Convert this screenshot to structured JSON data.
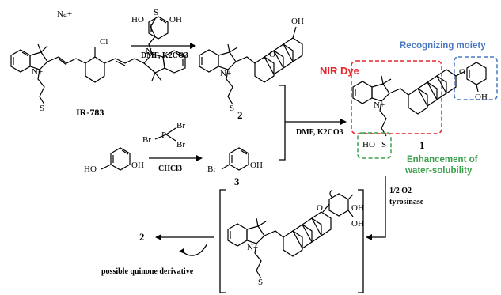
{
  "labels": {
    "ir783": "IR-783",
    "na_plus": "Na+",
    "cl": "Cl",
    "compound2": "2",
    "compound3": "3",
    "compound1": "1",
    "product_left": "2",
    "oh": "OH",
    "ho": "HO",
    "br": "Br",
    "p": "P",
    "n_plus": "N+",
    "n": "N",
    "o": "O",
    "s": "S"
  },
  "reagents": {
    "step1": "DMF, K2CO3",
    "step2": "CHCl3",
    "step3": "DMF, K2CO3",
    "step4_top": "1/2 O2",
    "step4_bottom": "tyrosinase"
  },
  "annotations": {
    "nir_dye": "NIR Dye",
    "recognizing": "Recognizing moiety",
    "water_line1": "Enhancement of",
    "water_line2": "water-solubility",
    "quinone": "possible quinone derivative"
  },
  "colors": {
    "nir": "#e8262b",
    "recognizing": "#4a78c0",
    "water": "#3aa04a"
  }
}
